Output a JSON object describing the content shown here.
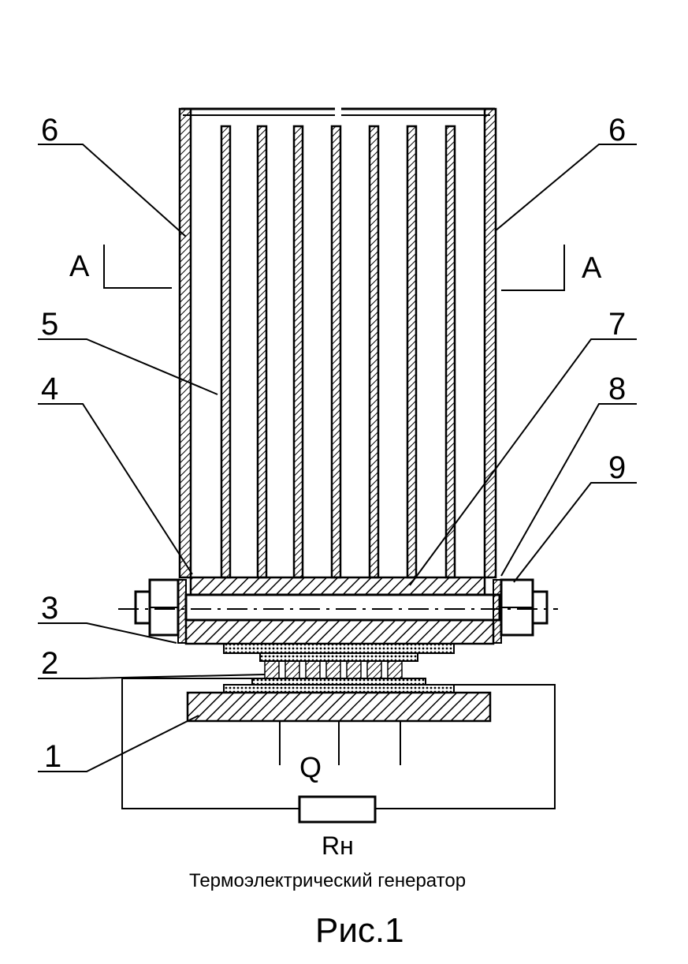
{
  "labels": {
    "l6_left": "6",
    "l6_right": "6",
    "l5": "5",
    "l4": "4",
    "l3": "3",
    "l2": "2",
    "l1": "1",
    "l7": "7",
    "l8": "8",
    "l9": "9",
    "section_left": "A",
    "section_right": "A"
  },
  "heat_label": "Q",
  "load_label": "Rн",
  "caption": "Термоэлектрический генератор",
  "figure_label": "Рис.1"
}
